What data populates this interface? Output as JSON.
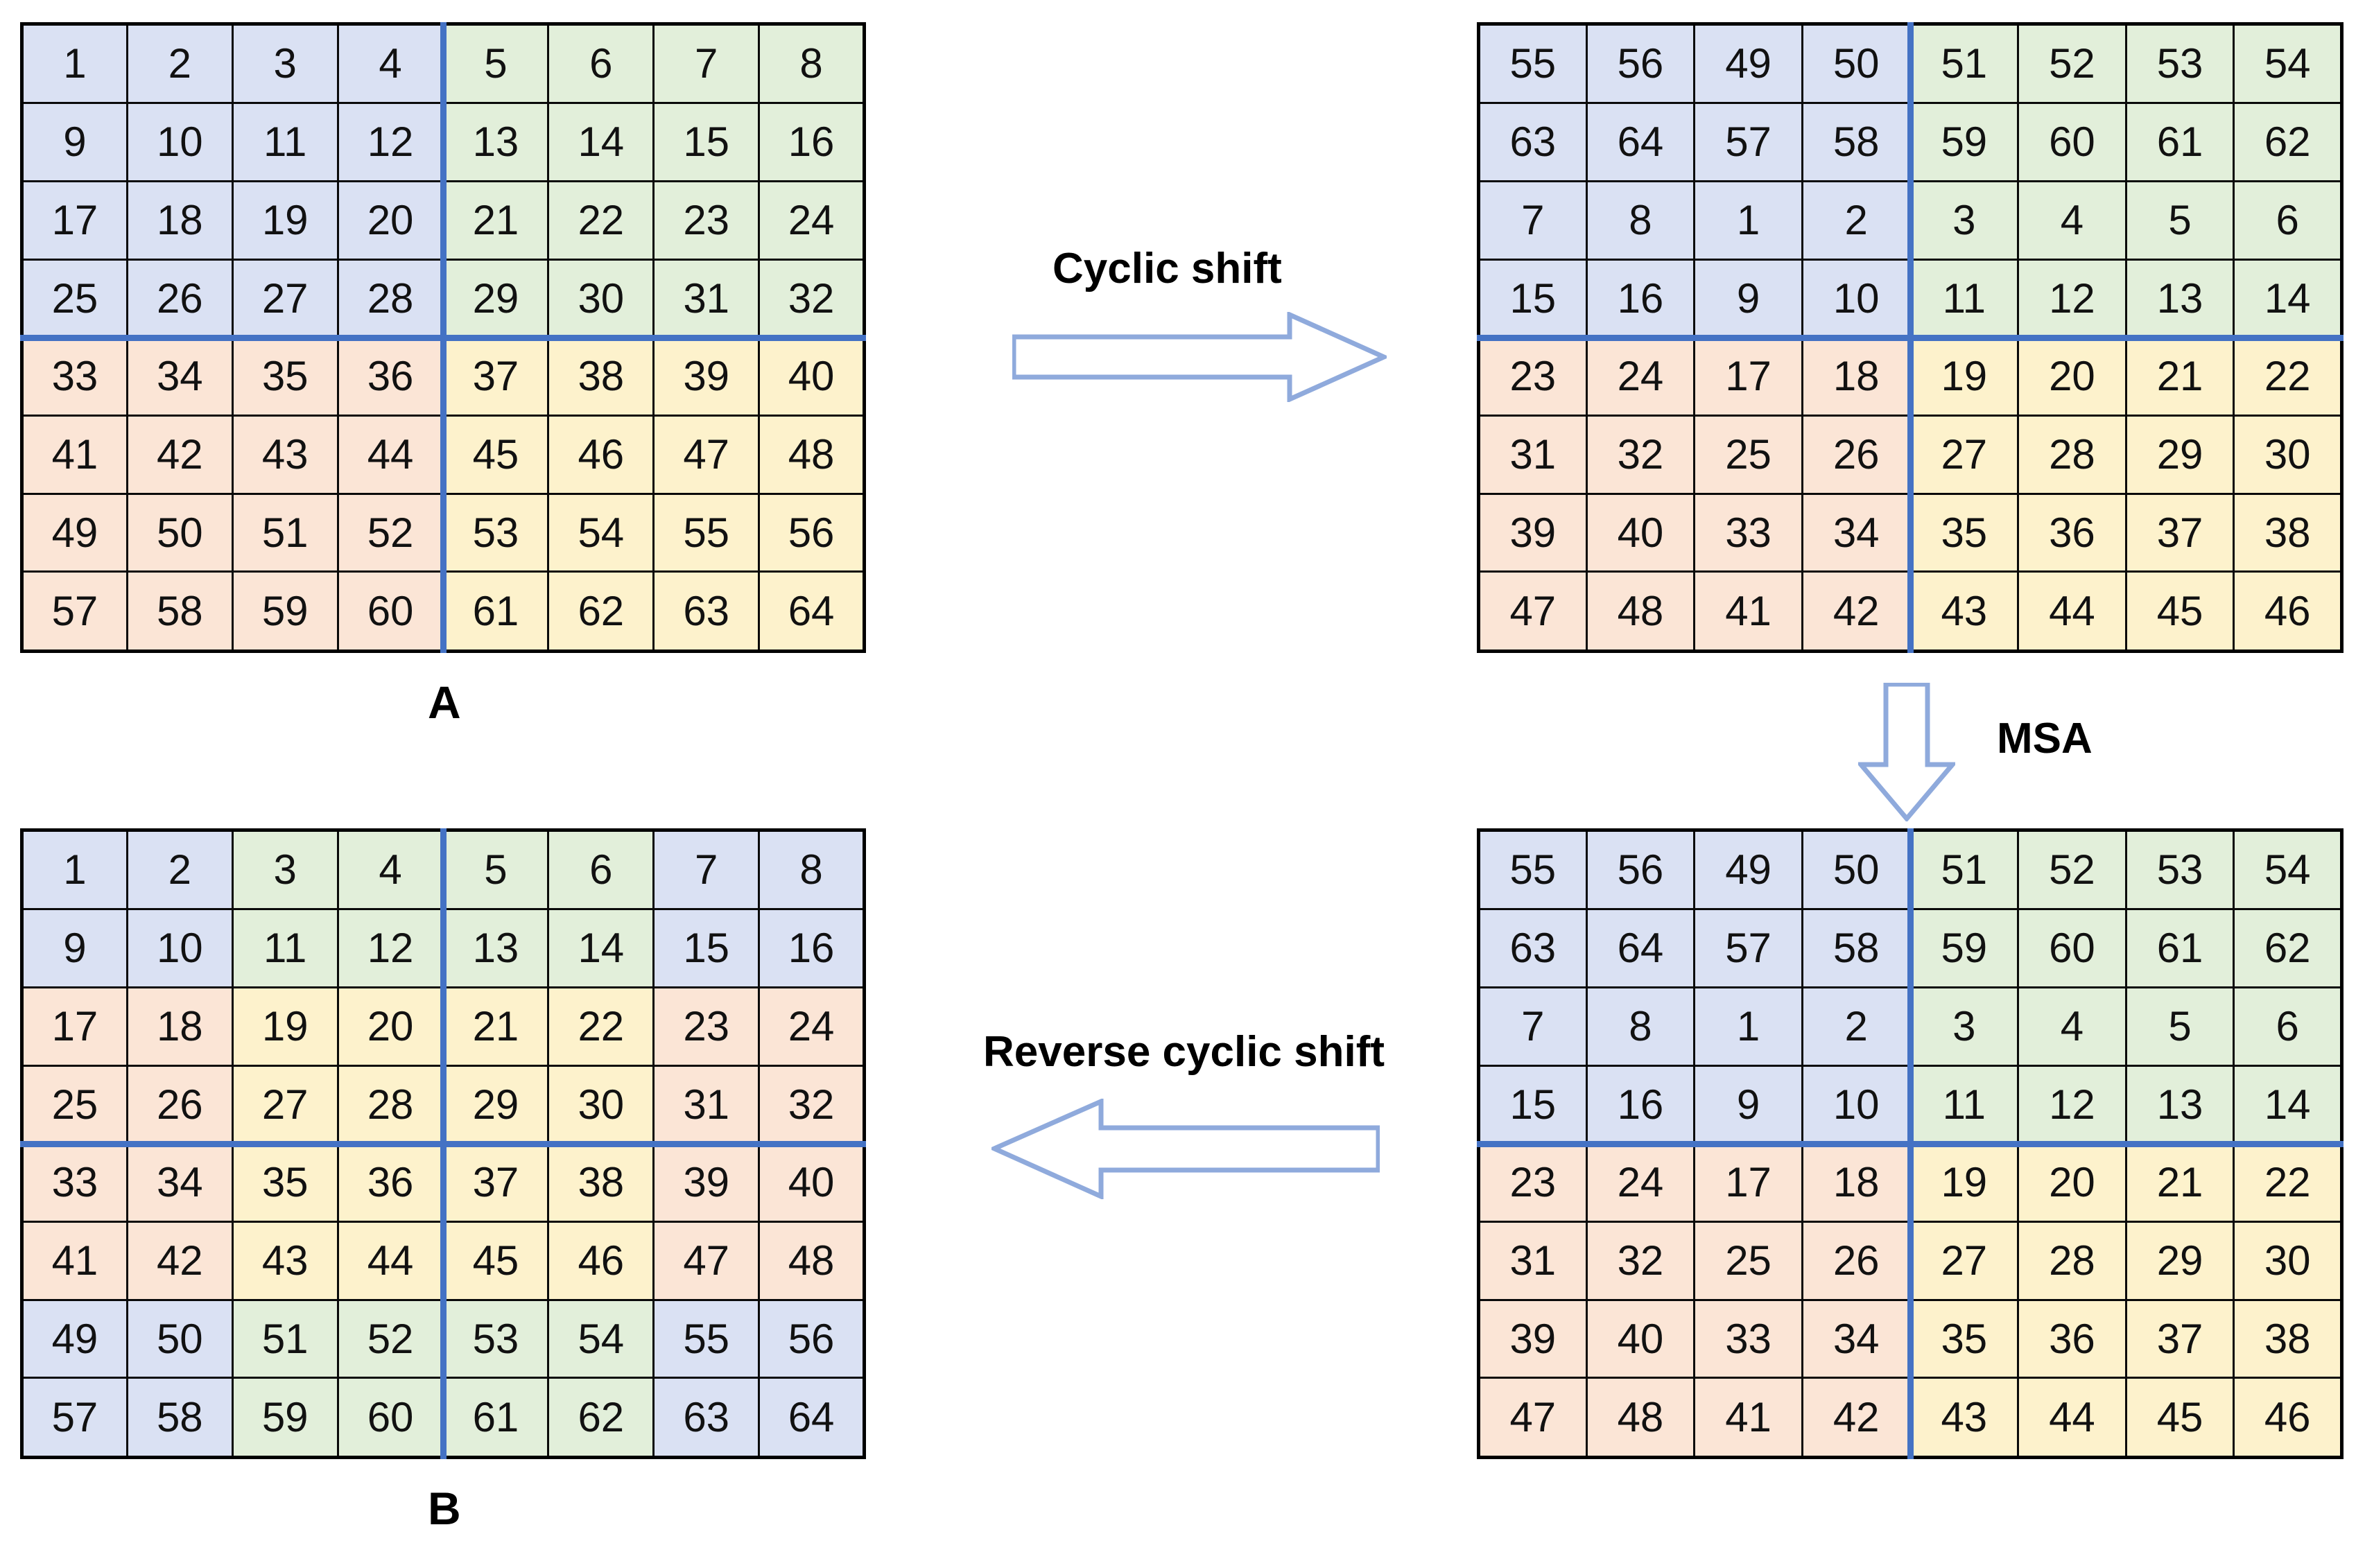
{
  "diagram": {
    "title_hidden": "",
    "colors": {
      "blue": "#dae1f3",
      "green": "#e2efda",
      "pink": "#fbe5d6",
      "yellow": "#fdf2cc",
      "separator": "#4472c4",
      "cell_border": "#0a0a0a",
      "arrow_outline": "#8faadc"
    },
    "labels": {
      "grid_a": "A",
      "grid_b": "B",
      "cyclic_shift": "Cyclic shift",
      "msa": "MSA",
      "reverse_cyclic_shift": "Reverse cyclic shift"
    },
    "arrows": [
      {
        "name": "cyclic-shift-arrow",
        "direction": "right",
        "label": "Cyclic shift"
      },
      {
        "name": "msa-arrow",
        "direction": "down",
        "label": "MSA"
      },
      {
        "name": "reverse-cyclic-shift-arrow",
        "direction": "left",
        "label": "Reverse cyclic shift"
      }
    ],
    "grids": {
      "a": {
        "name": "grid-a",
        "caption": "A",
        "rows": 8,
        "cols": 8,
        "values": [
          [
            1,
            2,
            3,
            4,
            5,
            6,
            7,
            8
          ],
          [
            9,
            10,
            11,
            12,
            13,
            14,
            15,
            16
          ],
          [
            17,
            18,
            19,
            20,
            21,
            22,
            23,
            24
          ],
          [
            25,
            26,
            27,
            28,
            29,
            30,
            31,
            32
          ],
          [
            33,
            34,
            35,
            36,
            37,
            38,
            39,
            40
          ],
          [
            41,
            42,
            43,
            44,
            45,
            46,
            47,
            48
          ],
          [
            49,
            50,
            51,
            52,
            53,
            54,
            55,
            56
          ],
          [
            57,
            58,
            59,
            60,
            61,
            62,
            63,
            64
          ]
        ],
        "fills": [
          [
            "blue",
            "blue",
            "blue",
            "blue",
            "green",
            "green",
            "green",
            "green"
          ],
          [
            "blue",
            "blue",
            "blue",
            "blue",
            "green",
            "green",
            "green",
            "green"
          ],
          [
            "blue",
            "blue",
            "blue",
            "blue",
            "green",
            "green",
            "green",
            "green"
          ],
          [
            "blue",
            "blue",
            "blue",
            "blue",
            "green",
            "green",
            "green",
            "green"
          ],
          [
            "pink",
            "pink",
            "pink",
            "pink",
            "yellow",
            "yellow",
            "yellow",
            "yellow"
          ],
          [
            "pink",
            "pink",
            "pink",
            "pink",
            "yellow",
            "yellow",
            "yellow",
            "yellow"
          ],
          [
            "pink",
            "pink",
            "pink",
            "pink",
            "yellow",
            "yellow",
            "yellow",
            "yellow"
          ],
          [
            "pink",
            "pink",
            "pink",
            "pink",
            "yellow",
            "yellow",
            "yellow",
            "yellow"
          ]
        ],
        "separators": {
          "v_after_col": [
            4
          ],
          "h_after_row": [
            4
          ]
        }
      },
      "shifted_top": {
        "name": "grid-shifted-top",
        "caption": "",
        "rows": 8,
        "cols": 8,
        "values": [
          [
            55,
            56,
            49,
            50,
            51,
            52,
            53,
            54
          ],
          [
            63,
            64,
            57,
            58,
            59,
            60,
            61,
            62
          ],
          [
            7,
            8,
            1,
            2,
            3,
            4,
            5,
            6
          ],
          [
            15,
            16,
            9,
            10,
            11,
            12,
            13,
            14
          ],
          [
            23,
            24,
            17,
            18,
            19,
            20,
            21,
            22
          ],
          [
            31,
            32,
            25,
            26,
            27,
            28,
            29,
            30
          ],
          [
            39,
            40,
            33,
            34,
            35,
            36,
            37,
            38
          ],
          [
            47,
            48,
            41,
            42,
            43,
            44,
            45,
            46
          ]
        ],
        "fills": [
          [
            "blue",
            "blue",
            "blue",
            "blue",
            "green",
            "green",
            "green",
            "green"
          ],
          [
            "blue",
            "blue",
            "blue",
            "blue",
            "green",
            "green",
            "green",
            "green"
          ],
          [
            "blue",
            "blue",
            "blue",
            "blue",
            "green",
            "green",
            "green",
            "green"
          ],
          [
            "blue",
            "blue",
            "blue",
            "blue",
            "green",
            "green",
            "green",
            "green"
          ],
          [
            "pink",
            "pink",
            "pink",
            "pink",
            "yellow",
            "yellow",
            "yellow",
            "yellow"
          ],
          [
            "pink",
            "pink",
            "pink",
            "pink",
            "yellow",
            "yellow",
            "yellow",
            "yellow"
          ],
          [
            "pink",
            "pink",
            "pink",
            "pink",
            "yellow",
            "yellow",
            "yellow",
            "yellow"
          ],
          [
            "pink",
            "pink",
            "pink",
            "pink",
            "yellow",
            "yellow",
            "yellow",
            "yellow"
          ]
        ],
        "separators": {
          "v_after_col": [
            4
          ],
          "h_after_row": [
            4
          ]
        }
      },
      "shifted_bottom": {
        "name": "grid-shifted-bottom",
        "caption": "",
        "rows": 8,
        "cols": 8,
        "values": [
          [
            55,
            56,
            49,
            50,
            51,
            52,
            53,
            54
          ],
          [
            63,
            64,
            57,
            58,
            59,
            60,
            61,
            62
          ],
          [
            7,
            8,
            1,
            2,
            3,
            4,
            5,
            6
          ],
          [
            15,
            16,
            9,
            10,
            11,
            12,
            13,
            14
          ],
          [
            23,
            24,
            17,
            18,
            19,
            20,
            21,
            22
          ],
          [
            31,
            32,
            25,
            26,
            27,
            28,
            29,
            30
          ],
          [
            39,
            40,
            33,
            34,
            35,
            36,
            37,
            38
          ],
          [
            47,
            48,
            41,
            42,
            43,
            44,
            45,
            46
          ]
        ],
        "fills": [
          [
            "blue",
            "blue",
            "blue",
            "blue",
            "green",
            "green",
            "green",
            "green"
          ],
          [
            "blue",
            "blue",
            "blue",
            "blue",
            "green",
            "green",
            "green",
            "green"
          ],
          [
            "blue",
            "blue",
            "blue",
            "blue",
            "green",
            "green",
            "green",
            "green"
          ],
          [
            "blue",
            "blue",
            "blue",
            "blue",
            "green",
            "green",
            "green",
            "green"
          ],
          [
            "pink",
            "pink",
            "pink",
            "pink",
            "yellow",
            "yellow",
            "yellow",
            "yellow"
          ],
          [
            "pink",
            "pink",
            "pink",
            "pink",
            "yellow",
            "yellow",
            "yellow",
            "yellow"
          ],
          [
            "pink",
            "pink",
            "pink",
            "pink",
            "yellow",
            "yellow",
            "yellow",
            "yellow"
          ],
          [
            "pink",
            "pink",
            "pink",
            "pink",
            "yellow",
            "yellow",
            "yellow",
            "yellow"
          ]
        ],
        "separators": {
          "v_after_col": [
            4
          ],
          "h_after_row": [
            4
          ]
        }
      },
      "b": {
        "name": "grid-b",
        "caption": "B",
        "rows": 8,
        "cols": 8,
        "values": [
          [
            1,
            2,
            3,
            4,
            5,
            6,
            7,
            8
          ],
          [
            9,
            10,
            11,
            12,
            13,
            14,
            15,
            16
          ],
          [
            17,
            18,
            19,
            20,
            21,
            22,
            23,
            24
          ],
          [
            25,
            26,
            27,
            28,
            29,
            30,
            31,
            32
          ],
          [
            33,
            34,
            35,
            36,
            37,
            38,
            39,
            40
          ],
          [
            41,
            42,
            43,
            44,
            45,
            46,
            47,
            48
          ],
          [
            49,
            50,
            51,
            52,
            53,
            54,
            55,
            56
          ],
          [
            57,
            58,
            59,
            60,
            61,
            62,
            63,
            64
          ]
        ],
        "fills": [
          [
            "blue",
            "blue",
            "green",
            "green",
            "green",
            "green",
            "blue",
            "blue"
          ],
          [
            "blue",
            "blue",
            "green",
            "green",
            "green",
            "green",
            "blue",
            "blue"
          ],
          [
            "pink",
            "pink",
            "yellow",
            "yellow",
            "yellow",
            "yellow",
            "pink",
            "pink"
          ],
          [
            "pink",
            "pink",
            "yellow",
            "yellow",
            "yellow",
            "yellow",
            "pink",
            "pink"
          ],
          [
            "pink",
            "pink",
            "yellow",
            "yellow",
            "yellow",
            "yellow",
            "pink",
            "pink"
          ],
          [
            "pink",
            "pink",
            "yellow",
            "yellow",
            "yellow",
            "yellow",
            "pink",
            "pink"
          ],
          [
            "blue",
            "blue",
            "green",
            "green",
            "green",
            "green",
            "blue",
            "blue"
          ],
          [
            "blue",
            "blue",
            "green",
            "green",
            "green",
            "green",
            "blue",
            "blue"
          ]
        ],
        "separators": {
          "v_after_col": [
            4
          ],
          "h_after_row": [
            4
          ]
        }
      }
    }
  }
}
